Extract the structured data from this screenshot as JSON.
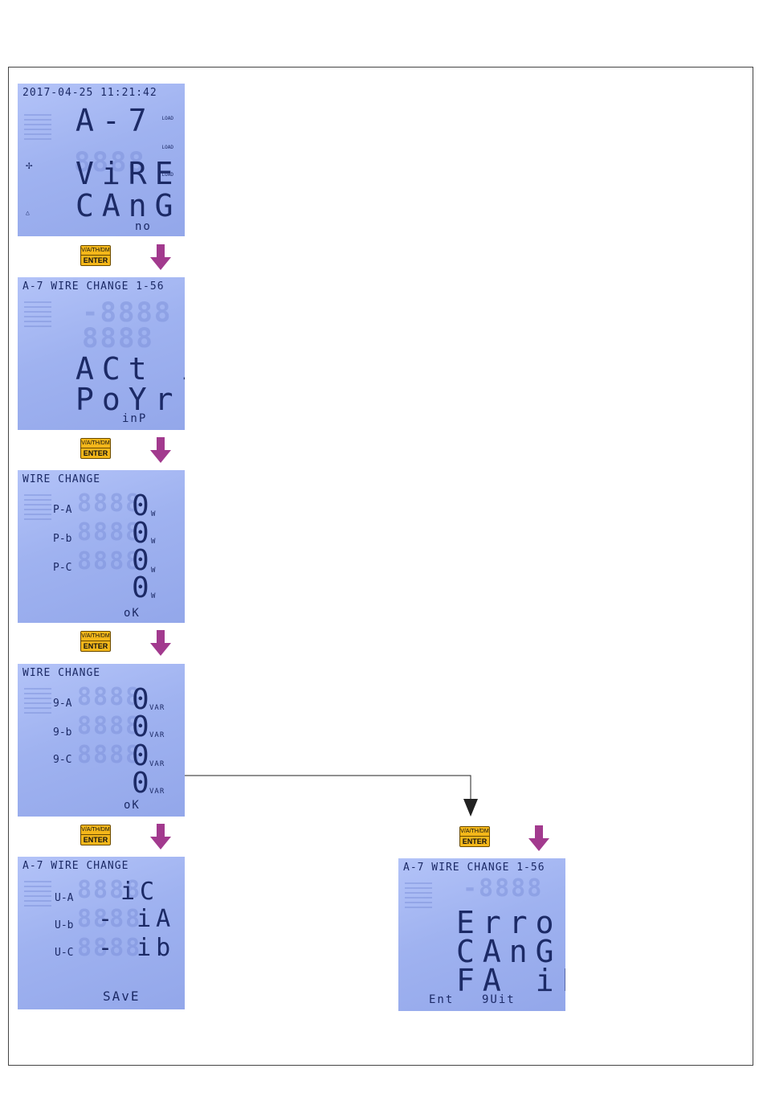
{
  "colors": {
    "lcd_text": "#1c2a66",
    "arrow": "#a23a8e",
    "key_bg": "#f4b71a"
  },
  "key": {
    "line1": "V/A/TH/DM",
    "line2": "ENTER"
  },
  "screens": {
    "s1": {
      "top": "2017-04-25 11:21:42",
      "big": "A-7",
      "line3": "ViRE",
      "line4": "CAnG",
      "bottom": "no",
      "load_label": "LOAD"
    },
    "s2": {
      "top": "A-7 WIRE CHANGE 1-56",
      "line3": "ACt i",
      "line4": "PoYr",
      "bottom": "inP"
    },
    "s3": {
      "top": "WIRE CHANGE",
      "rows": [
        {
          "label": "P-A",
          "value": "0",
          "unit": "W"
        },
        {
          "label": "P-b",
          "value": "0",
          "unit": "W"
        },
        {
          "label": "P-C",
          "value": "0",
          "unit": "W"
        },
        {
          "label": "",
          "value": "0",
          "unit": "W"
        }
      ],
      "bottom": "oK"
    },
    "s4": {
      "top": "WIRE CHANGE",
      "rows": [
        {
          "label": "9-A",
          "value": "0",
          "unit": "VAR"
        },
        {
          "label": "9-b",
          "value": "0",
          "unit": "VAR"
        },
        {
          "label": "9-C",
          "value": "0",
          "unit": "VAR"
        },
        {
          "label": "",
          "value": "0",
          "unit": "VAR"
        }
      ],
      "bottom": "oK"
    },
    "s5": {
      "top": "A-7 WIRE CHANGE",
      "rows": [
        {
          "label": "U-A",
          "value": "iC"
        },
        {
          "label": "U-b",
          "value": "- iA"
        },
        {
          "label": "U-C",
          "value": "- ib"
        }
      ],
      "bottom": "SAvE"
    },
    "s6": {
      "top": "A-7 WIRE CHANGE 1-56",
      "line2": "Erro",
      "line3": "CAnG",
      "line4": "FA iL",
      "bottom_left": "Ent",
      "bottom_right": "9Uit"
    }
  }
}
